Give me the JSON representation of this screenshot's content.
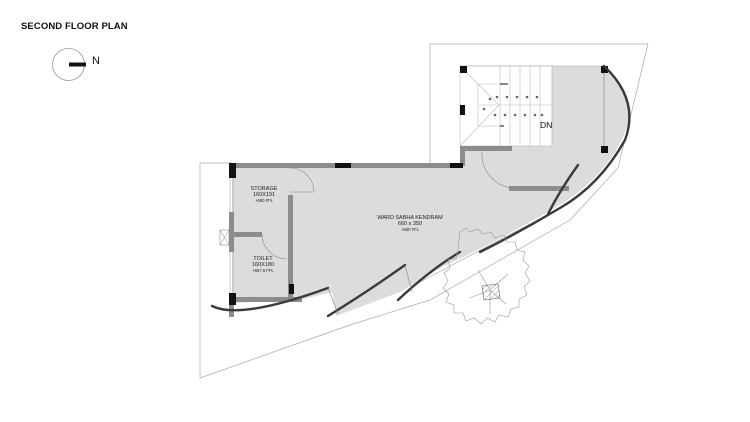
{
  "drawing": {
    "title": "SECOND FLOOR PLAN",
    "north_arrow": {
      "label": "N",
      "icon": "north-arrow-icon"
    },
    "stair_label": "DN",
    "rooms": [
      {
        "name": "STORAGE",
        "dimensions": "160X191",
        "level": "+660 FFL"
      },
      {
        "name": "TOILET",
        "dimensions": "160X180",
        "level": "+657.5 FFL"
      },
      {
        "name": "WARD SABHA KENDRAM",
        "dimensions": "660 x 350",
        "level": "+660 FFL"
      }
    ],
    "colors": {
      "floor_fill": "#dcdcdc",
      "wall": "#8c8c8c",
      "column": "#111111",
      "curved_wall": "#3a3a3a",
      "site_line": "#9a9a9a"
    }
  }
}
